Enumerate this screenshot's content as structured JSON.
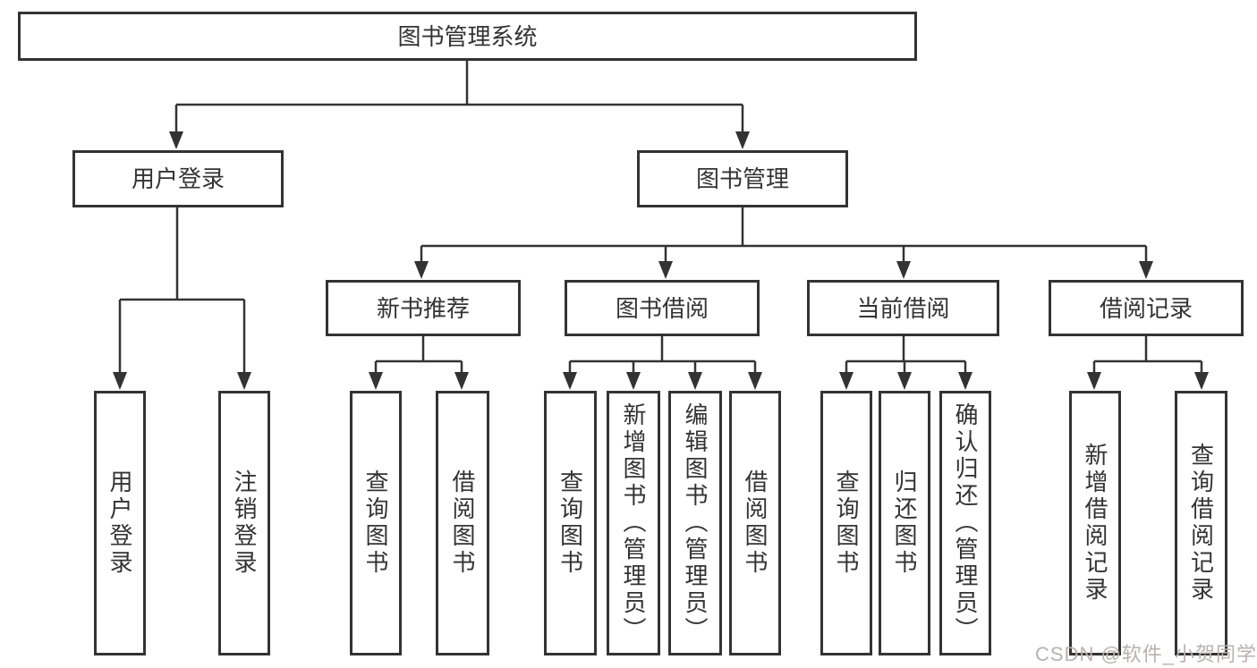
{
  "colors": {
    "line": "#333333",
    "text": "#333333",
    "canvas": "#ffffff",
    "watermark": "#b9b1b1"
  },
  "tree": {
    "root": {
      "label": "图书管理系统"
    },
    "children": [
      {
        "label": "用户登录",
        "children": [
          {
            "label": "用户登录"
          },
          {
            "label": "注销登录"
          }
        ]
      },
      {
        "label": "图书管理",
        "children": [
          {
            "label": "新书推荐",
            "children": [
              {
                "label": "查询图书"
              },
              {
                "label": "借阅图书"
              }
            ]
          },
          {
            "label": "图书借阅",
            "children": [
              {
                "label": "查询图书"
              },
              {
                "label": "新增图书（管理员）"
              },
              {
                "label": "编辑图书（管理员）"
              },
              {
                "label": "借阅图书"
              }
            ]
          },
          {
            "label": "当前借阅",
            "children": [
              {
                "label": "查询图书"
              },
              {
                "label": "归还图书"
              },
              {
                "label": "确认归还（管理员）"
              }
            ]
          },
          {
            "label": "借阅记录",
            "children": [
              {
                "label": "新增借阅记录"
              },
              {
                "label": "查询借阅记录"
              }
            ]
          }
        ]
      }
    ]
  },
  "watermark": {
    "text": "CSDN @软件_小贺同学"
  }
}
